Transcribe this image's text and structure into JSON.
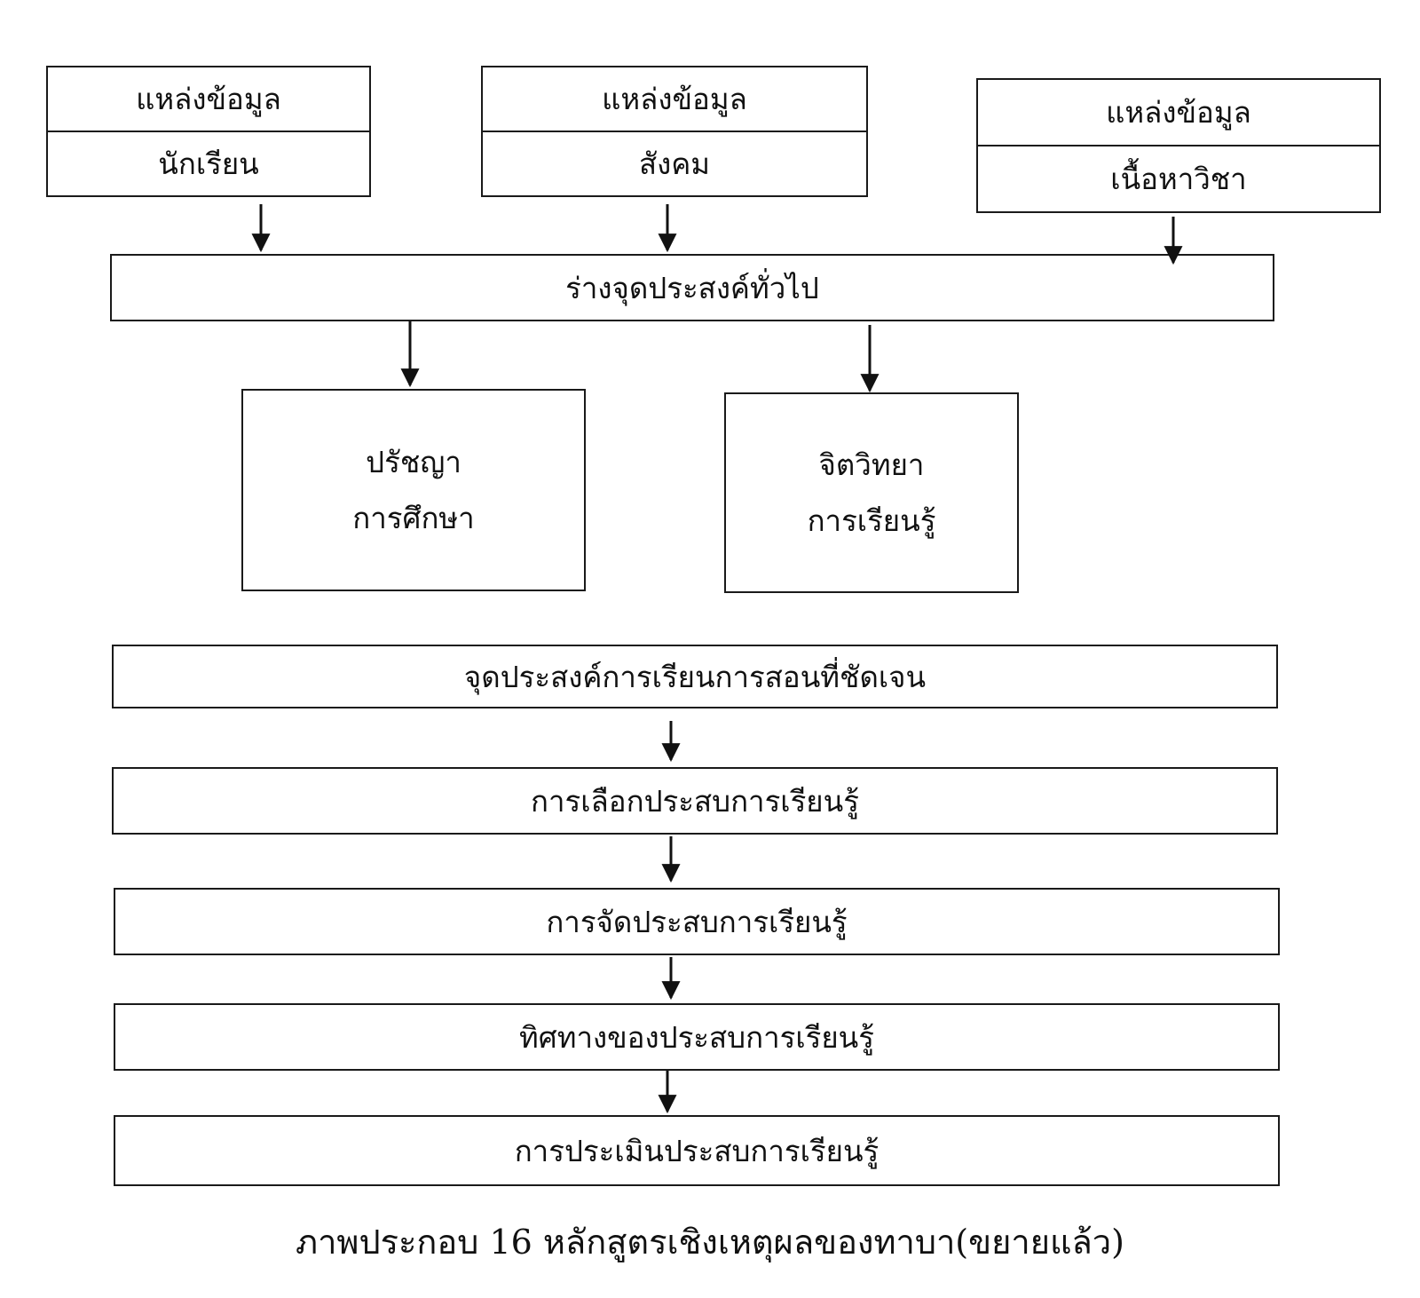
{
  "sources": [
    {
      "title": "แหล่งข้อมูล",
      "name": "นักเรียน"
    },
    {
      "title": "แหล่งข้อมูล",
      "name": "สังคม"
    },
    {
      "title": "แหล่งข้อมูล",
      "name": "เนื้อหาวิชา"
    }
  ],
  "general_objectives": "ร่างจุดประสงค์ทั่วไป",
  "filters": [
    {
      "line1": "ปรัชญา",
      "line2": "การศึกษา"
    },
    {
      "line1": "จิตวิทยา",
      "line2": "การเรียนรู้"
    }
  ],
  "steps": [
    "จุดประสงค์การเรียนการสอนที่ชัดเจน",
    "การเลือกประสบการเรียนรู้",
    "การจัดประสบการเรียนรู้",
    "ทิศทางของประสบการเรียนรู้",
    "การประเมินประสบการเรียนรู้"
  ],
  "caption": "ภาพประกอบ 16  หลักสูตรเชิงเหตุผลของทาบา(ขยายแล้ว)"
}
